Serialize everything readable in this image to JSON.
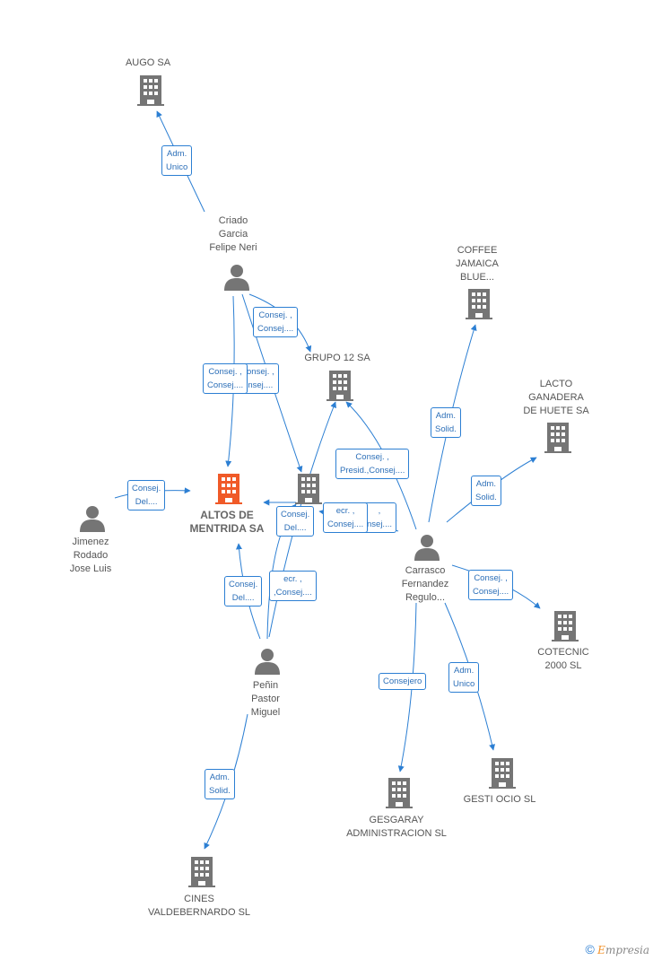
{
  "colors": {
    "edge": "#2c7fd3",
    "node": "#757575",
    "main_node": "#f05a28"
  },
  "nodes": {
    "augo": {
      "label": "AUGO SA",
      "icon": "building-icon"
    },
    "criado": {
      "label_lines": [
        "Criado",
        "Garcia",
        "Felipe Neri"
      ],
      "icon": "person-icon"
    },
    "coffee": {
      "label_lines": [
        "COFFEE",
        "JAMAICA",
        "BLUE..."
      ],
      "icon": "building-icon"
    },
    "grupo12": {
      "label": "GRUPO 12 SA",
      "icon": "building-icon"
    },
    "lacto": {
      "label_lines": [
        "LACTO",
        "GANADERA",
        "DE HUETE SA"
      ],
      "icon": "building-icon"
    },
    "altos": {
      "label_lines": [
        "ALTOS DE",
        "MENTRIDA SA"
      ],
      "icon": "building-icon"
    },
    "jimenez": {
      "label_lines": [
        "Jimenez",
        "Rodado",
        "Jose Luis"
      ],
      "icon": "person-icon"
    },
    "carrasco": {
      "label_lines": [
        "Carrasco",
        "Fernandez",
        "Regulo..."
      ],
      "icon": "person-icon"
    },
    "cotecnic": {
      "label_lines": [
        "COTECNIC",
        "2000 SL"
      ],
      "icon": "building-icon"
    },
    "penin": {
      "label_lines": [
        "Peñin",
        "Pastor",
        "Miguel"
      ],
      "icon": "person-icon"
    },
    "gesgaray": {
      "label_lines": [
        "GESGARAY",
        "ADMINISTRACION SL"
      ],
      "icon": "building-icon"
    },
    "gestiocio": {
      "label": "GESTI OCIO SL",
      "icon": "building-icon"
    },
    "cines": {
      "label_lines": [
        "CINES",
        "VALDEBERNARDO SL"
      ],
      "icon": "building-icon"
    },
    "unnamed_mid": {
      "icon": "building-icon"
    }
  },
  "edge_labels": {
    "criado_augo": [
      "Adm.",
      "Unico"
    ],
    "criado_grupo12": [
      "Consej. ,",
      "Consej...."
    ],
    "criado_mid_back": [
      "onsej. ,",
      "nsej...."
    ],
    "criado_altos": [
      "Consej. ,",
      "Consej...."
    ],
    "jimenez_altos": [
      "Consej.",
      "Del...."
    ],
    "carrasco_grupo12": [
      "Consej. ,",
      "Presid.,Consej...."
    ],
    "carrasco_coffee": [
      "Adm.",
      "Solid."
    ],
    "carrasco_lacto": [
      "Adm.",
      "Solid."
    ],
    "carrasco_mid_back": [
      ",",
      "nsej...."
    ],
    "mid_altos_back": [
      "ecr. ,",
      "Consej...."
    ],
    "penin_mid": [
      "Consej.",
      "Del...."
    ],
    "penin_altos_back": [
      "ecr. ,",
      ",Consej...."
    ],
    "penin_altos": [
      "Consej.",
      "Del...."
    ],
    "carrasco_cotecnic": [
      "Consej. ,",
      "Consej...."
    ],
    "carrasco_gesgaray": [
      "Consejero"
    ],
    "carrasco_gestiocio": [
      "Adm.",
      "Unico"
    ],
    "penin_cines": [
      "Adm.",
      "Solid."
    ]
  },
  "footer": {
    "copyright": "©",
    "brand_first": "E",
    "brand_rest": "mpresia"
  }
}
